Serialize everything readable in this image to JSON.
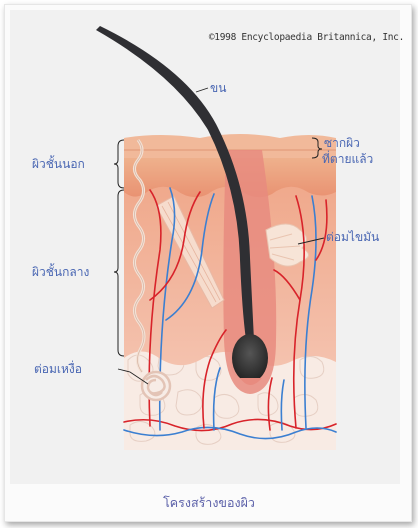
{
  "copyright": "©1998 Encyclopaedia Britannica, Inc.",
  "labels": {
    "hair": "ขน",
    "dead_cells_line1": "ซากผิว",
    "dead_cells_line2": "ที่ตายแล้ว",
    "epidermis": "ผิวชั้นนอก",
    "dermis": "ผิวชั้นกลาง",
    "sebaceous_gland": "ต่อมไขมัน",
    "sweat_gland": "ต่อมเหงื่อ"
  },
  "caption": "โครงสร้างของผิว",
  "colors": {
    "label_text": "#4a67b3",
    "artery": "#d8232a",
    "vein": "#3b7fd1",
    "hair": "#2f2f33",
    "epidermis": "#e9a07e",
    "dermis": "#f1b49a",
    "fat": "#f7e9e2"
  }
}
